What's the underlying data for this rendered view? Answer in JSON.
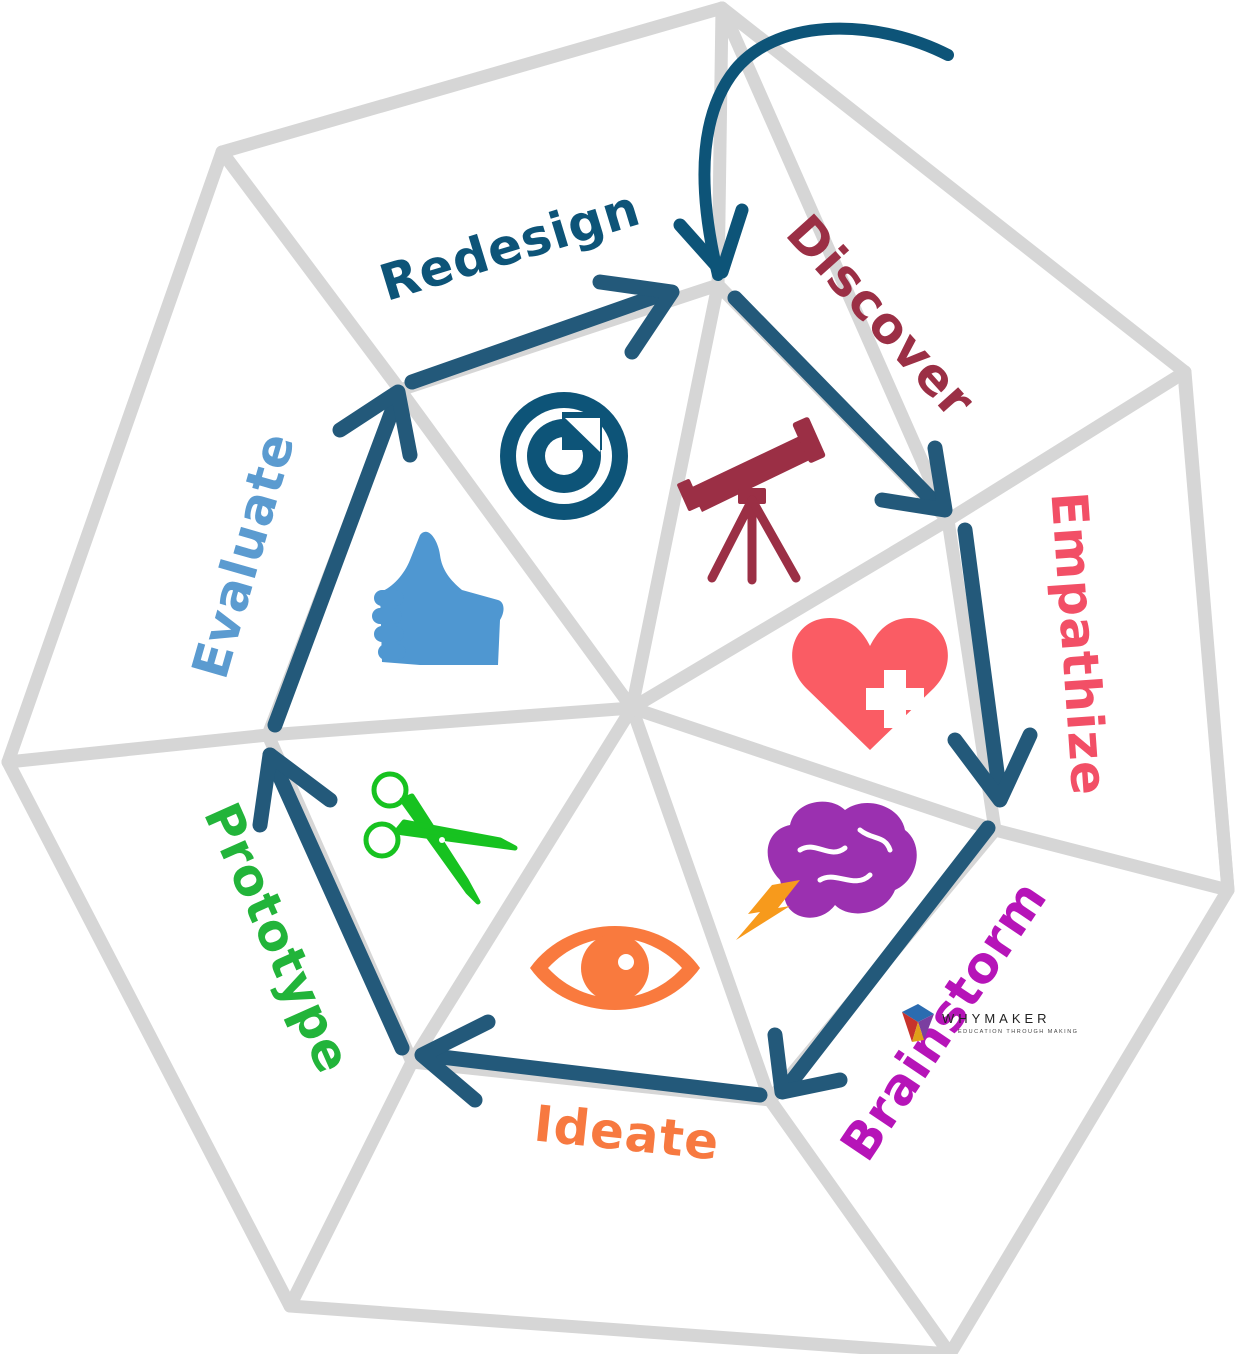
{
  "colors": {
    "frame": "#d6d6d6",
    "arrow": "#23597a",
    "redesign": "#0d5478",
    "discover": "#9b2f45",
    "empathize": "#f24f66",
    "brainstorm": "#b614b8",
    "ideate": "#f77940",
    "prototype": "#22b43a",
    "evaluate": "#5b9bd0"
  },
  "stages": [
    {
      "id": "redesign",
      "label": "Redesign",
      "icon": "refresh-icon"
    },
    {
      "id": "discover",
      "label": "Discover",
      "icon": "telescope-icon"
    },
    {
      "id": "empathize",
      "label": "Empathize",
      "icon": "heart-plus-icon"
    },
    {
      "id": "brainstorm",
      "label": "Brainstorm",
      "icon": "brain-lightning-icon"
    },
    {
      "id": "ideate",
      "label": "Ideate",
      "icon": "eye-icon"
    },
    {
      "id": "prototype",
      "label": "Prototype",
      "icon": "scissors-icon"
    },
    {
      "id": "evaluate",
      "label": "Evaluate",
      "icon": "thumbs-up-icon"
    }
  ],
  "logo": {
    "name": "WHYMAKER",
    "tagline": "EDUCATION THROUGH MAKING"
  }
}
